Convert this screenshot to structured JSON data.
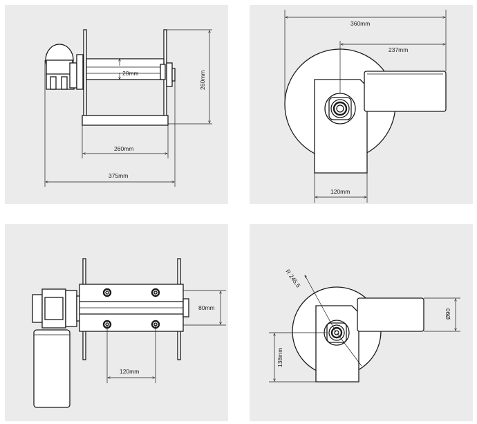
{
  "panels": {
    "side_view": {
      "dims": {
        "pipe_diameter": "28mm",
        "height": "260mm",
        "drum_width": "260mm",
        "overall_width": "375mm"
      }
    },
    "front_view": {
      "dims": {
        "overall_width": "360mm",
        "motor_offset": "237mm",
        "base_width": "120mm"
      }
    },
    "top_view": {
      "dims": {
        "rail_spacing": "80mm",
        "hole_spacing": "120mm"
      }
    },
    "front_view_2": {
      "dims": {
        "drum_radius": "R 245.5",
        "motor_diameter": "Ø90",
        "shaft_height": "138mm"
      }
    }
  },
  "colors": {
    "panel_bg": "#ebebeb",
    "line": "#1a1a1a",
    "fill": "#ffffff"
  }
}
